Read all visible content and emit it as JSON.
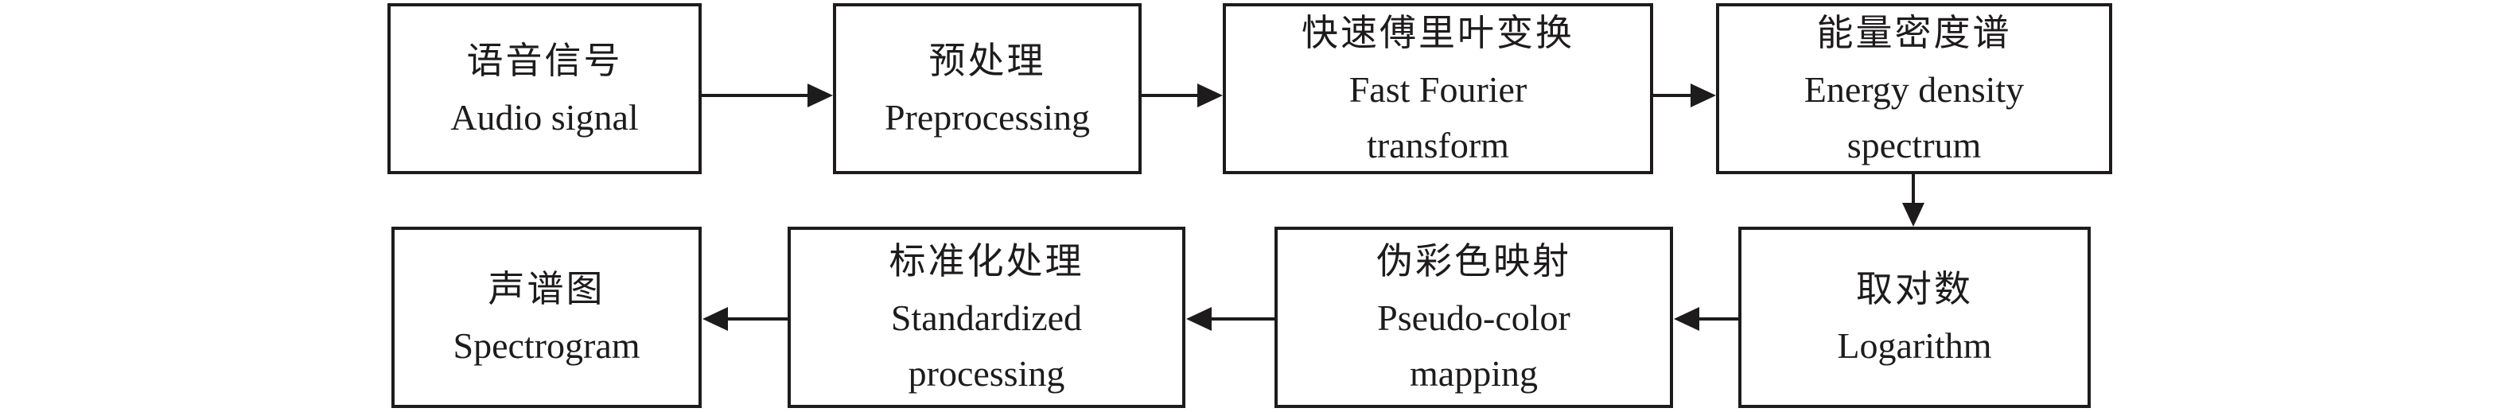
{
  "diagram": {
    "type": "flowchart",
    "background_color": "#ffffff",
    "stroke_color": "#1d1b1c",
    "nodes": [
      {
        "name": "audio-signal",
        "zh": "语音信号",
        "en_lines": [
          "Audio signal"
        ]
      },
      {
        "name": "preprocessing",
        "zh": "预处理",
        "en_lines": [
          "Preprocessing"
        ]
      },
      {
        "name": "fast-fourier-transform",
        "zh": "快速傅里叶变换",
        "en_lines": [
          "Fast Fourier",
          "transform"
        ]
      },
      {
        "name": "energy-density-spectrum",
        "zh": "能量密度谱",
        "en_lines": [
          "Energy density",
          "spectrum"
        ]
      },
      {
        "name": "logarithm",
        "zh": "取对数",
        "en_lines": [
          "Logarithm"
        ]
      },
      {
        "name": "pseudo-color-mapping",
        "zh": "伪彩色映射",
        "en_lines": [
          "Pseudo-color",
          "mapping"
        ]
      },
      {
        "name": "standardized-processing",
        "zh": "标准化处理",
        "en_lines": [
          "Standardized",
          "processing"
        ]
      },
      {
        "name": "spectrogram",
        "zh": "声谱图",
        "en_lines": [
          "Spectrogram"
        ]
      }
    ],
    "edges": [
      {
        "from": "audio-signal",
        "to": "preprocessing",
        "direction": "right"
      },
      {
        "from": "preprocessing",
        "to": "fast-fourier-transform",
        "direction": "right"
      },
      {
        "from": "fast-fourier-transform",
        "to": "energy-density-spectrum",
        "direction": "right"
      },
      {
        "from": "energy-density-spectrum",
        "to": "logarithm",
        "direction": "down"
      },
      {
        "from": "logarithm",
        "to": "pseudo-color-mapping",
        "direction": "left"
      },
      {
        "from": "pseudo-color-mapping",
        "to": "standardized-processing",
        "direction": "left"
      },
      {
        "from": "standardized-processing",
        "to": "spectrogram",
        "direction": "left"
      }
    ]
  }
}
